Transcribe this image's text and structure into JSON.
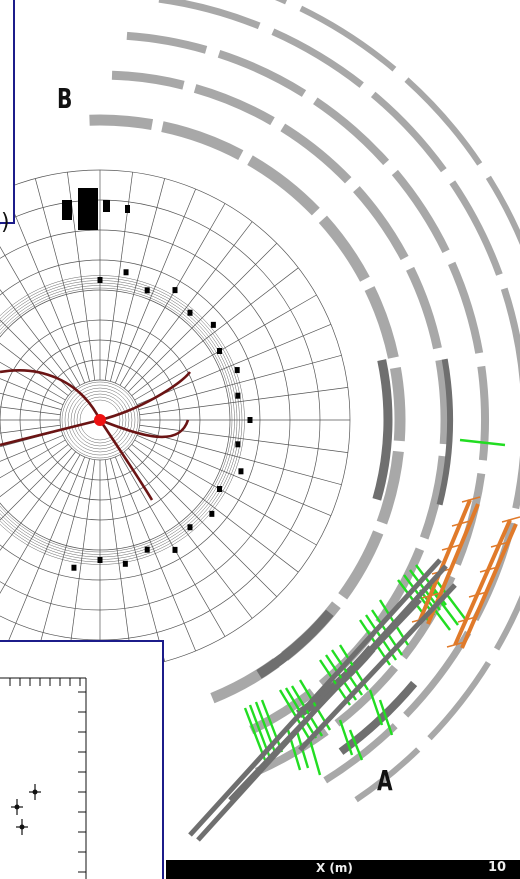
{
  "labels": {
    "region_a": "A",
    "region_b": "B",
    "paren": ")"
  },
  "axis": {
    "title": "X (m)",
    "tick_label": "10"
  },
  "colors": {
    "background": "#ffffff",
    "grey_layer": "#a8a8a8",
    "dark_grey_layer": "#6f6f6f",
    "grid_line": "#555555",
    "hits_green": "#22dd22",
    "hits_orange": "#e07a2a",
    "track": "#6b1414",
    "vertex": "#ee1111",
    "frame_blue": "#1c1c8a",
    "axis_bar": "#000000",
    "black_hits": "#000000"
  }
}
